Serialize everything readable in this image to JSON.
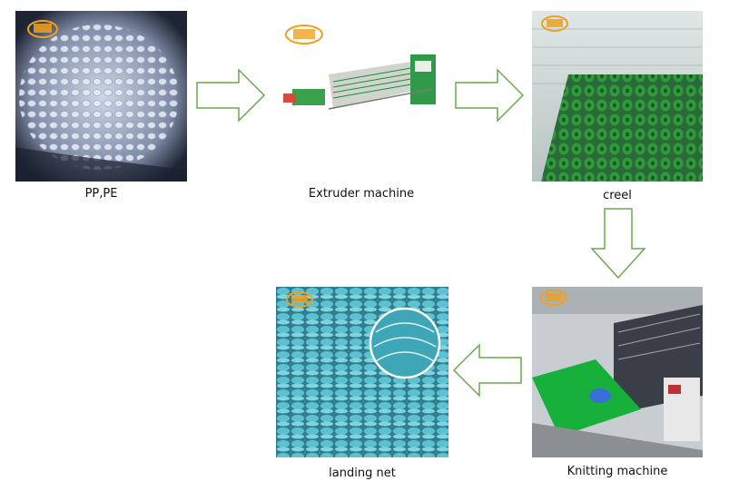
{
  "diagram": {
    "steps": [
      {
        "id": "pellets",
        "label": "PP,PE",
        "icon": "plastic-pellets-image"
      },
      {
        "id": "extruder",
        "label": "Extruder machine",
        "icon": "extruder-machine-image"
      },
      {
        "id": "creel",
        "label": "creel",
        "icon": "creel-image"
      },
      {
        "id": "knitting",
        "label": "Knitting machine",
        "icon": "knitting-machine-image"
      },
      {
        "id": "net",
        "label": "landing net",
        "icon": "landing-net-image"
      }
    ],
    "flow": [
      "pellets",
      "extruder",
      "creel",
      "knitting",
      "net"
    ],
    "arrow_stroke": "#6aa84f",
    "colors": {
      "net": "#4fb3c4",
      "green_yarn": "#2e9a3a",
      "logo": "#f0a020"
    }
  }
}
